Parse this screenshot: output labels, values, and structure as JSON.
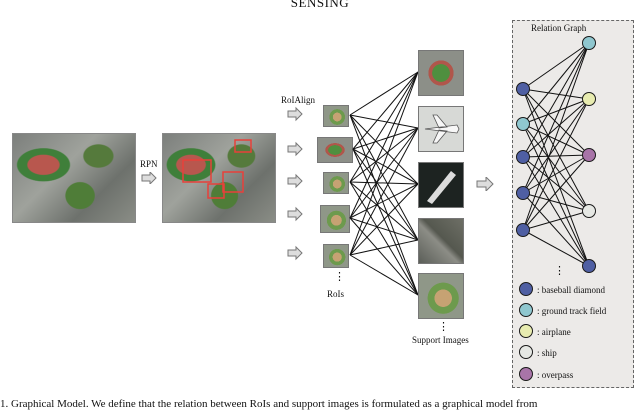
{
  "header": {
    "title": "SENSING"
  },
  "labels": {
    "rpn": "RPN",
    "roialign": "RoIAlign",
    "rois": "RoIs",
    "support_images": "Support Images",
    "relation_graph": "Relation Graph",
    "ellipsis": "⋮"
  },
  "legend": [
    {
      "label": ": baseball diamond",
      "color": "#4f5fa3"
    },
    {
      "label": ": ground track field",
      "color": "#8fc7cf"
    },
    {
      "label": ": airplane",
      "color": "#e8ecb0"
    },
    {
      "label": ": ship",
      "color": "#e6e8e4"
    },
    {
      "label": ": overpass",
      "color": "#a874a8"
    }
  ],
  "graph": {
    "left_nodes": [
      "#4f5fa3",
      "#8fc7cf",
      "#4f5fa3",
      "#4f5fa3",
      "#4f5fa3"
    ],
    "right_nodes": [
      "#8fc7cf",
      "#e8ecb0",
      "#a874a8",
      "#e6e8e4",
      "#4f5fa3"
    ]
  },
  "caption": "1. Graphical Model. We define that the relation between RoIs and support images is formulated as a graphical model from"
}
